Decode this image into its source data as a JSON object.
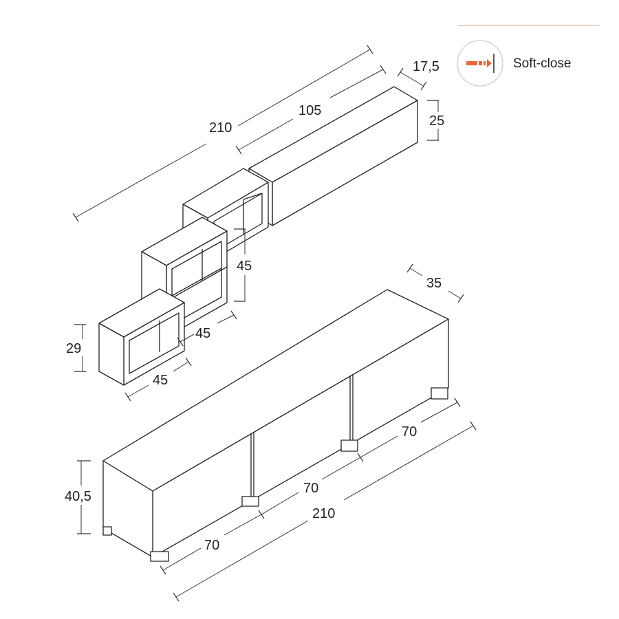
{
  "badge": {
    "label": "Soft-close",
    "icon": "soft-close-icon",
    "accent": "#e8663b",
    "rule_color": "#e0b89a"
  },
  "wall_unit": {
    "total_width": "210",
    "shelf_width": "105",
    "shelf_depth": "17,5",
    "shelf_height": "25",
    "cube_height": "45",
    "cube_depth": "45",
    "small_height": "29",
    "small_width": "45"
  },
  "base_unit": {
    "depth": "35",
    "height": "40,5",
    "door_left": "70",
    "door_middle": "70",
    "door_right": "70",
    "total_width": "210"
  }
}
